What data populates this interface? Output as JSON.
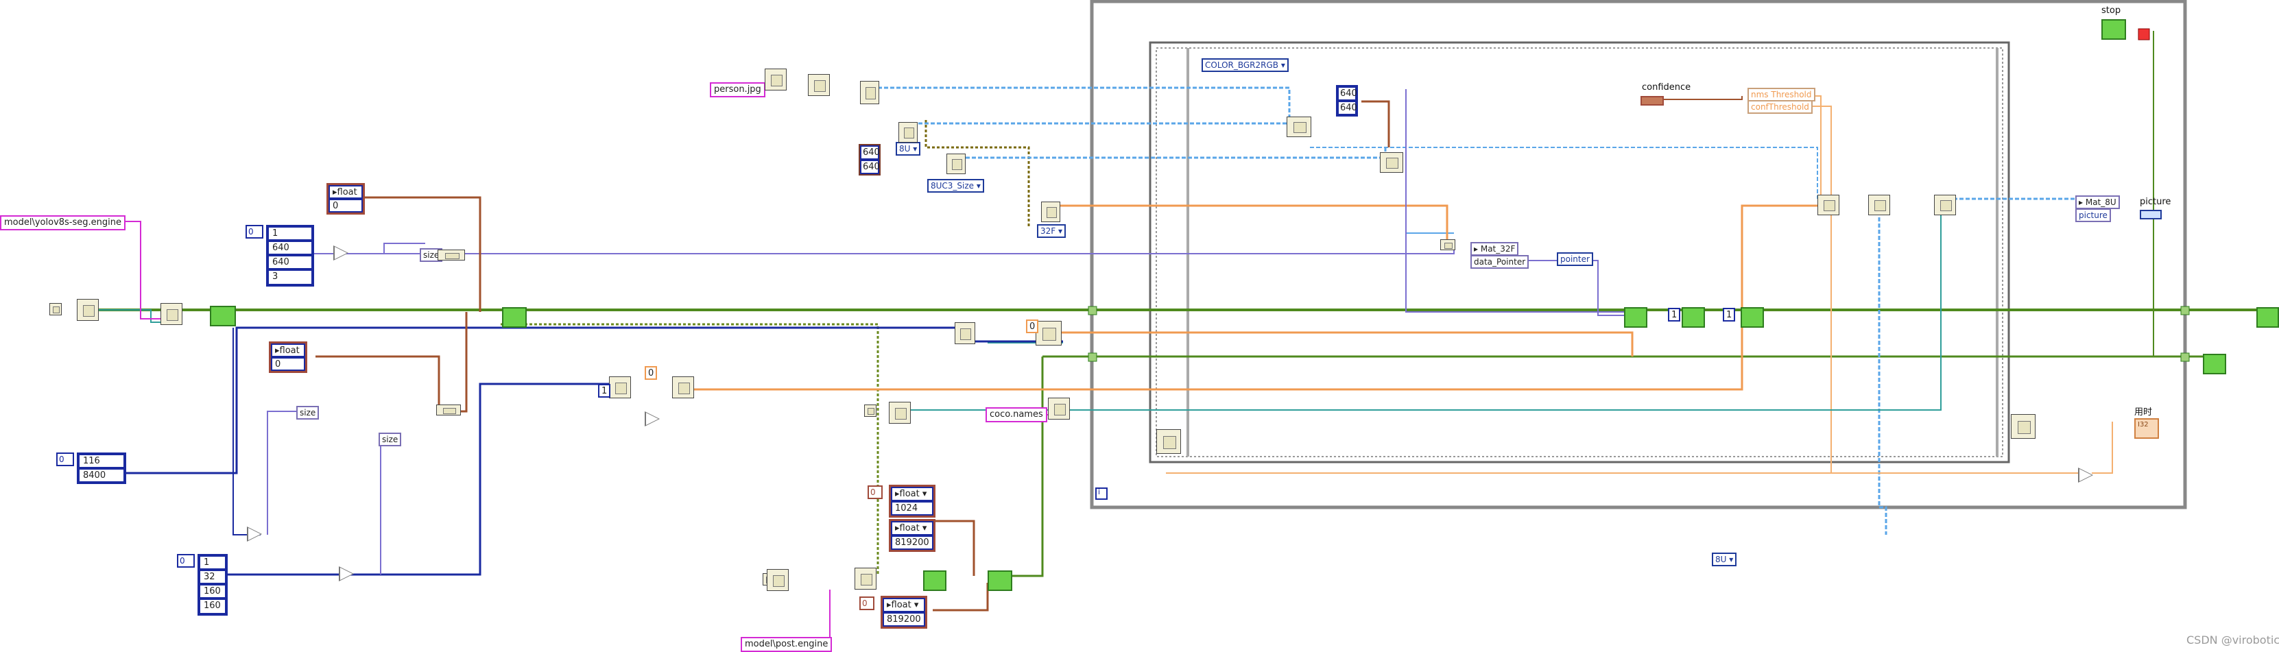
{
  "constants": {
    "engine_path": "model\\yolov8s-seg.engine",
    "post_engine_path": "model\\post.engine",
    "image_file": "person.jpg",
    "coco_names": "coco.names"
  },
  "arrays": {
    "input_shape": {
      "index": "0",
      "values": [
        "1",
        "640",
        "640",
        "3"
      ]
    },
    "output_shape": {
      "index": "0",
      "values": [
        "116",
        "8400"
      ]
    },
    "proto_shape": {
      "index": "0",
      "values": [
        "1",
        "32",
        "160",
        "160"
      ]
    },
    "image_size": {
      "values": [
        "640",
        "640"
      ]
    },
    "resize_size": {
      "values": [
        "640",
        "640"
      ]
    }
  },
  "float_arrays": {
    "a": {
      "type": "float",
      "value": "0"
    },
    "b": {
      "type": "float",
      "value": "0"
    },
    "c": {
      "type": "float",
      "value": "1024",
      "index": "0"
    },
    "d": {
      "type": "float",
      "value": "819200"
    },
    "e": {
      "type": "float",
      "value": "819200",
      "index": "0"
    }
  },
  "rings": {
    "depth_8u_top": "8U",
    "type_8uc3": "8UC3_Size",
    "depth_32f": "32F",
    "color_convert": "COLOR_BGR2RGB",
    "depth_8u_bottom": "8U"
  },
  "subvi_labels": {
    "size_top": "size",
    "size_mid": "size",
    "size_low": "size",
    "mat_32f": "Mat_32F",
    "data_pointer": "data_Pointer",
    "pointer": "pointer",
    "nms_threshold": "nms Threshold",
    "conf_threshold": "confThreshold",
    "mat_8u": "Mat_8U",
    "picture_node": "picture"
  },
  "labels": {
    "confidence": "confidence",
    "stop": "stop",
    "picture": "picture",
    "elapsed": "用时",
    "elapsed_unit": "I32",
    "zero_a": "0",
    "zero_b": "0",
    "one_a": "1",
    "one_b": "1",
    "loop_index": "i"
  },
  "watermark": "CSDN @virobotics",
  "colors": {
    "wire_green": "#4f8a1e",
    "wire_blue": "#5aa6e8",
    "wire_orange": "#f09a50",
    "wire_teal": "#2f9e9a",
    "wire_dkblue": "#1a2aa0",
    "wire_brown": "#a0522d",
    "wire_purple": "#7b6fd0",
    "string_pink": "#d42ad4"
  }
}
